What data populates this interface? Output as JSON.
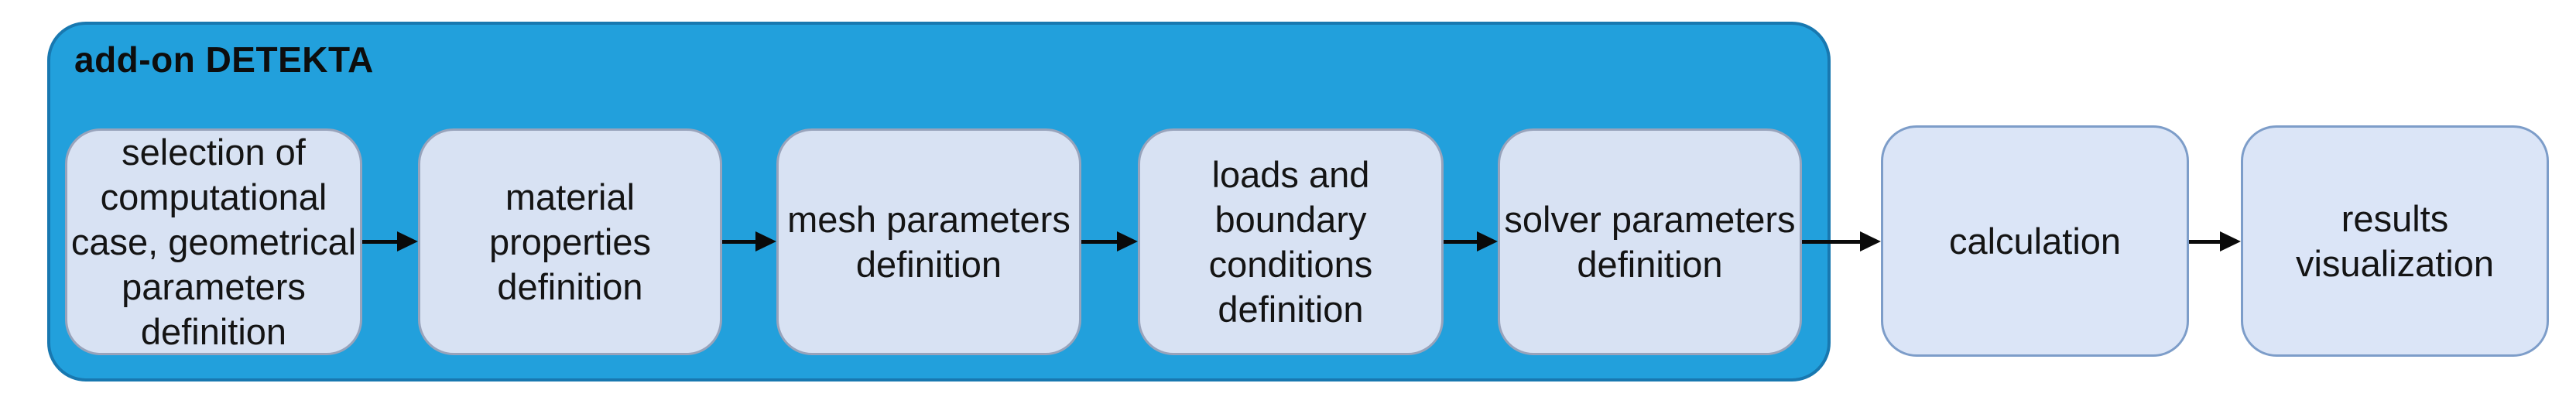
{
  "diagram": {
    "group": {
      "label": "add-on DETEKTA"
    },
    "steps": [
      {
        "id": "selection",
        "label": "selection of\ncomputational\ncase, geometrical\nparameters\ndefinition",
        "inside_group": true
      },
      {
        "id": "material",
        "label": "material properties\ndefinition",
        "inside_group": true
      },
      {
        "id": "mesh",
        "label": "mesh parameters\ndefinition",
        "inside_group": true
      },
      {
        "id": "loads",
        "label": "loads and\nboundary\nconditions\ndefinition",
        "inside_group": true
      },
      {
        "id": "solver",
        "label": "solver parameters\ndefinition",
        "inside_group": true
      },
      {
        "id": "calculation",
        "label": "calculation",
        "inside_group": false
      },
      {
        "id": "results",
        "label": "results\nvisualization",
        "inside_group": false
      }
    ],
    "flow": "left-to-right",
    "arrow_count": 6,
    "colors": {
      "group_fill": "#22A0DC",
      "group_border": "#1878B0",
      "inner_step_fill": "#D8E2F3",
      "inner_step_border": "#98A3BB",
      "outer_step_fill": "#DBE5F7",
      "outer_step_border": "#7D9DC9",
      "arrow": "#0A0A0A",
      "text": "#141414"
    }
  }
}
